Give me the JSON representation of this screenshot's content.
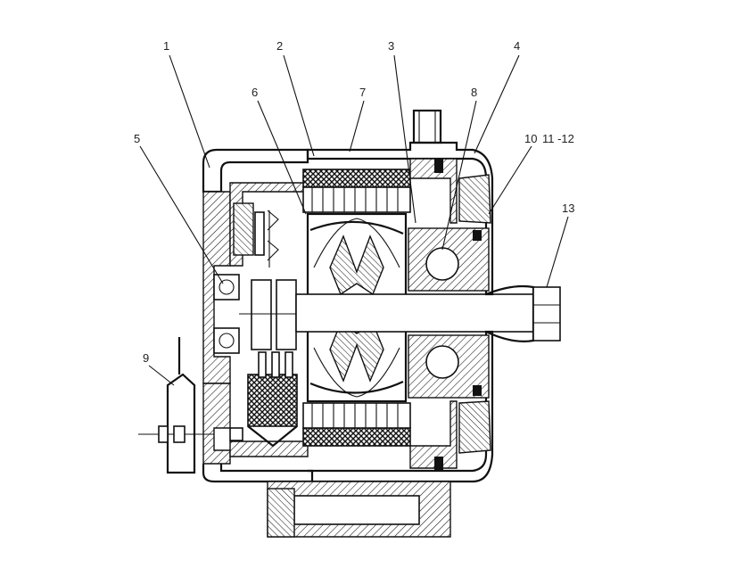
{
  "callouts": [
    {
      "id": "1",
      "text": "1"
    },
    {
      "id": "2",
      "text": "2"
    },
    {
      "id": "3",
      "text": "3"
    },
    {
      "id": "4",
      "text": "4"
    },
    {
      "id": "5",
      "text": "5"
    },
    {
      "id": "6",
      "text": "6"
    },
    {
      "id": "7",
      "text": "7"
    },
    {
      "id": "8",
      "text": "8"
    },
    {
      "id": "9",
      "text": "9"
    },
    {
      "id": "10",
      "text": "10"
    },
    {
      "id": "11-12",
      "text": "11 -12"
    },
    {
      "id": "13",
      "text": "13"
    }
  ]
}
